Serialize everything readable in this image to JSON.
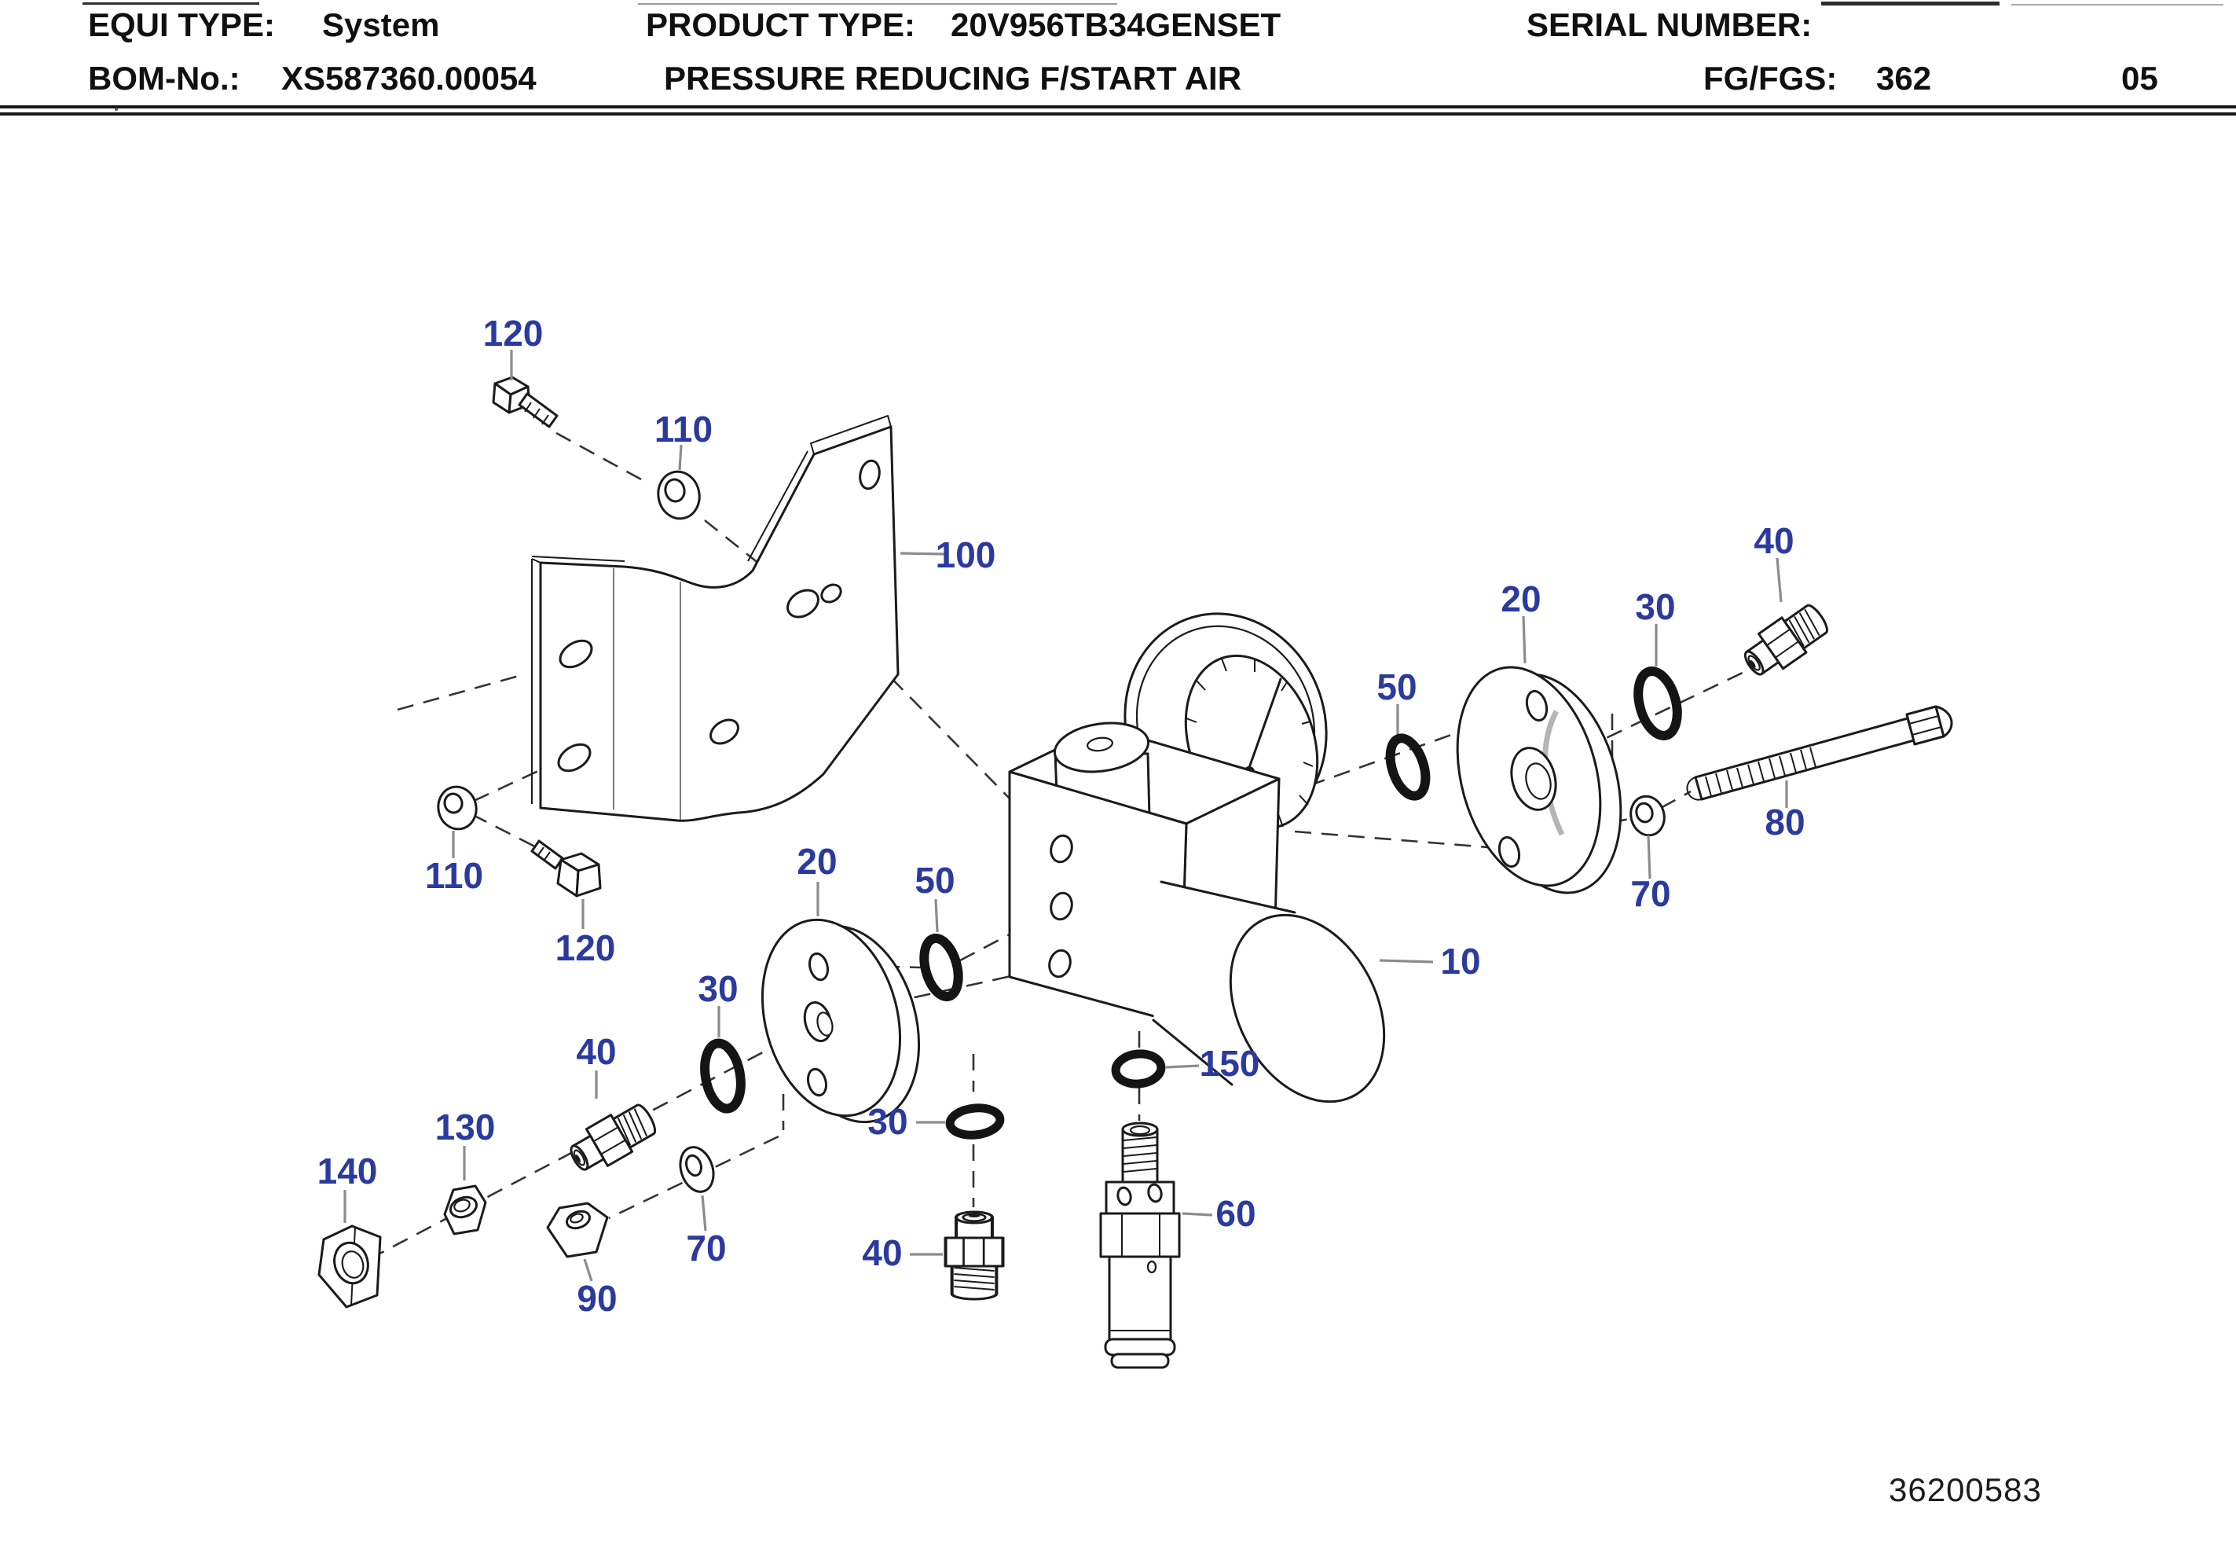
{
  "header": {
    "equi_type_label": "EQUI TYPE:",
    "equi_type_value": "System",
    "product_type_label": "PRODUCT TYPE:",
    "product_type_value": "20V956TB34GENSET",
    "serial_number_label": "SERIAL NUMBER:",
    "serial_number_value": "",
    "bom_label": "BOM-No.:",
    "bom_value": "XS587360.00054",
    "subtitle": "PRESSURE REDUCING F/START AIR",
    "fg_fgs_label": "FG/FGS:",
    "fg_fgs_value": "362",
    "sheet_number": "05"
  },
  "callouts": {
    "c120_top": {
      "text": "120"
    },
    "c110_top": {
      "text": "110"
    },
    "c100": {
      "text": "100"
    },
    "c20_mid": {
      "text": "20"
    },
    "c50_mid": {
      "text": "50"
    },
    "c30_mid": {
      "text": "30"
    },
    "c40_left": {
      "text": "40"
    },
    "c130": {
      "text": "130"
    },
    "c140": {
      "text": "140"
    },
    "c110_left": {
      "text": "110"
    },
    "c120_left": {
      "text": "120"
    },
    "c90": {
      "text": "90"
    },
    "c70_bottom": {
      "text": "70"
    },
    "c30_bottom": {
      "text": "30"
    },
    "c40_bottom": {
      "text": "40"
    },
    "c150": {
      "text": "150"
    },
    "c60": {
      "text": "60"
    },
    "c10": {
      "text": "10"
    },
    "c50_top": {
      "text": "50"
    },
    "c20_right": {
      "text": "20"
    },
    "c30_right": {
      "text": "30"
    },
    "c40_right": {
      "text": "40"
    },
    "c80": {
      "text": "80"
    },
    "c70_right": {
      "text": "70"
    }
  },
  "footer": {
    "drawing_number": "36200583"
  },
  "colors": {
    "callout_blue": "#2b3a9e",
    "line_black": "#1b1b1b",
    "leader_gray": "#8c8c8c",
    "background": "#ffffff"
  }
}
